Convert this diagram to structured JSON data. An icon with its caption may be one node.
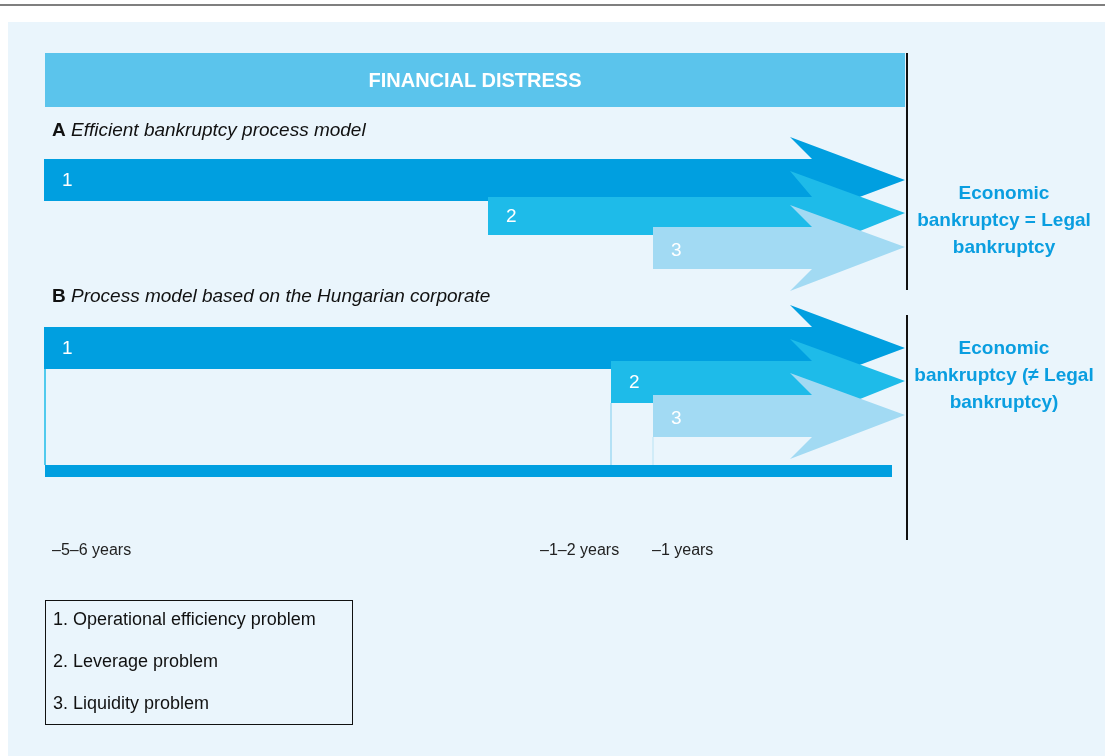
{
  "diagram": {
    "nodes": [
      {
        "text": [
          "FINANCIAL DISTRESS"
        ]
      },
      {
        "text": [
          "1"
        ]
      },
      {
        "text": [
          "2"
        ]
      },
      {
        "text": [
          "3"
        ]
      },
      {
        "text": [
          "1"
        ]
      },
      {
        "text": [
          "2"
        ]
      },
      {
        "text": [
          "3"
        ]
      },
      {
        "text": [
          "1. Operational efficiency problem",
          "2. Leverage problem",
          "3. Liquidity problem"
        ]
      }
    ],
    "labels": [
      "**A** *Efficient bankruptcy process model*",
      "Economic bankruptcy = Legal bankruptcy",
      "**B** *Process model based on the Hungarian corporate*",
      "Economic bankruptcy (≠ Legal bankruptcy)",
      "–5–6 years",
      "–1–2 years",
      "–1 years"
    ]
  }
}
